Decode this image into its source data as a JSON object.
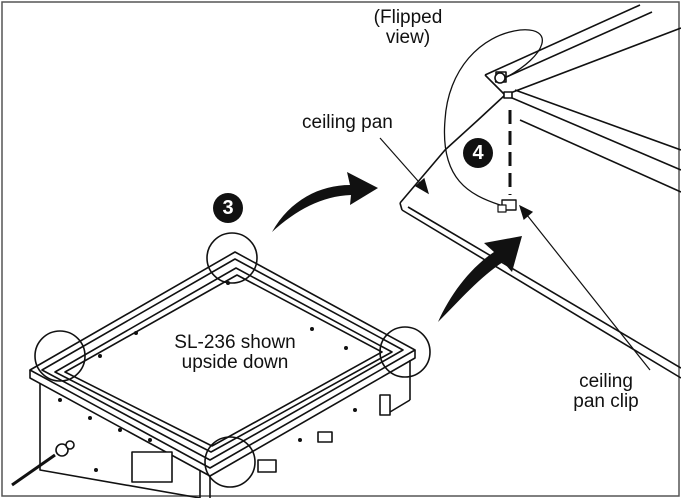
{
  "labels": {
    "flipped_line1": "(Flipped",
    "flipped_line2": "view)",
    "ceiling_pan": "ceiling pan",
    "clip_line1": "ceiling",
    "clip_line2": "pan clip",
    "unit_line1": "SL-236 shown",
    "unit_line2": "upside down"
  },
  "steps": {
    "step3": "3",
    "step4": "4"
  },
  "colors": {
    "line": "#111111",
    "paper": "#ffffff",
    "frame": "#555555"
  }
}
